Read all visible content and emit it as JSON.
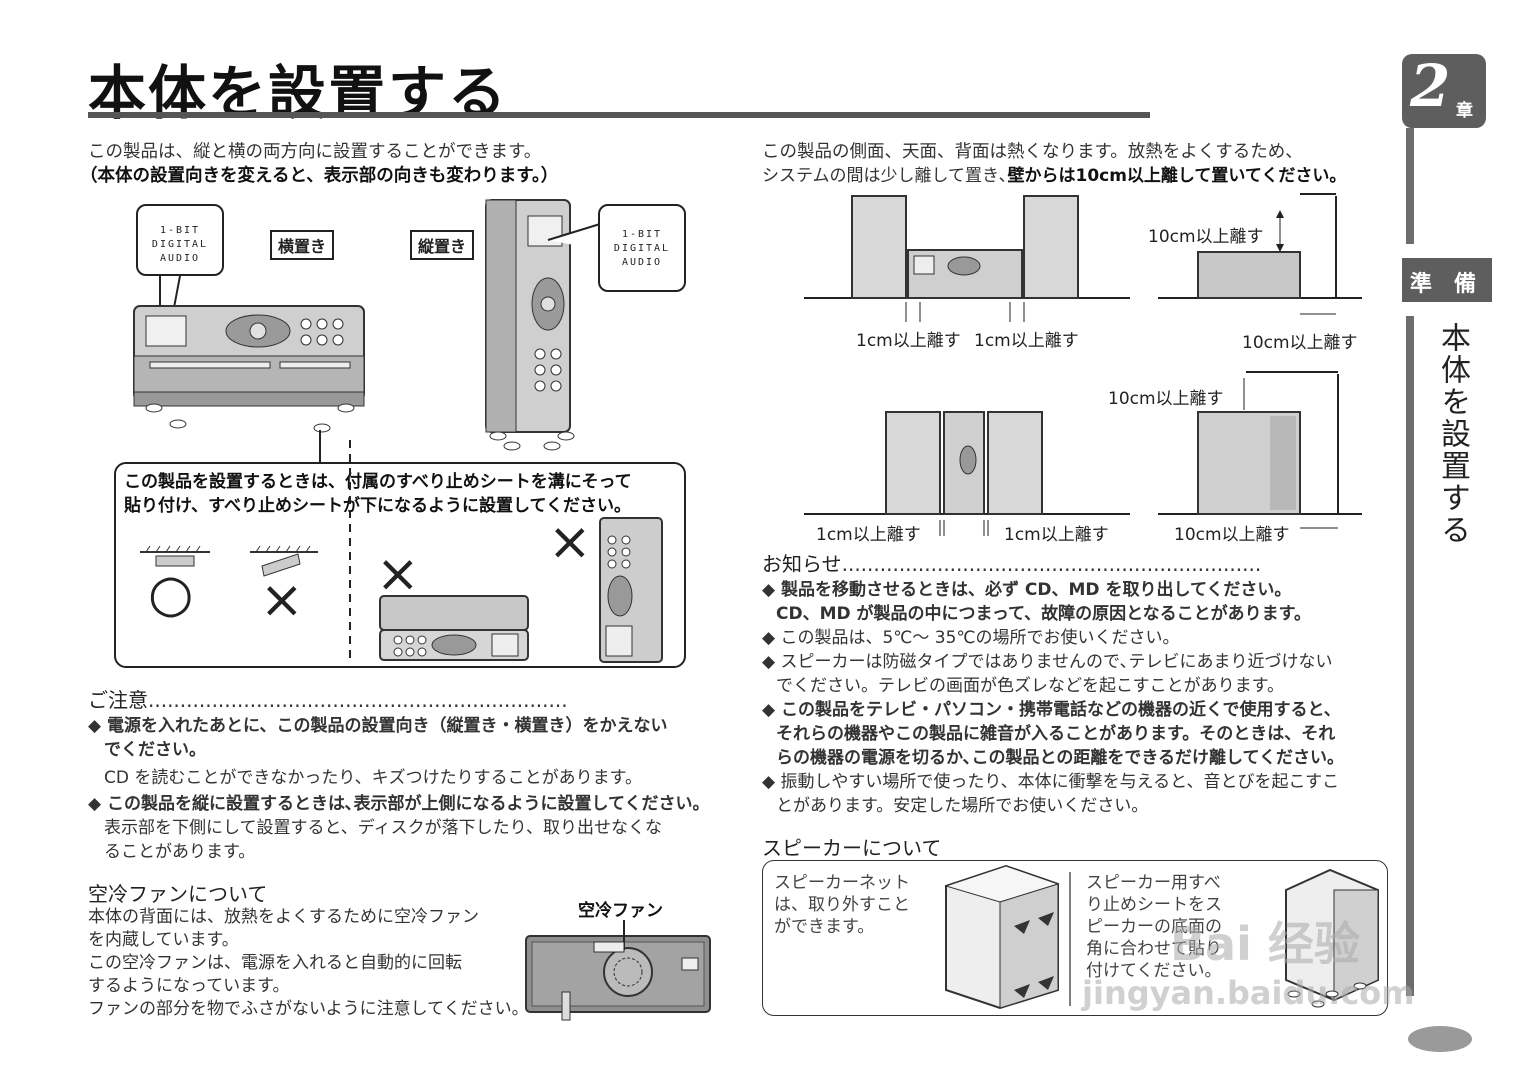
{
  "title": "本体を設置する",
  "chapter": {
    "number": "2",
    "suffix": "章",
    "section": "準　備",
    "vertical_title": "本体を設置する"
  },
  "left": {
    "intro1": "この製品は、縦と横の両方向に設置することができます。",
    "intro2": "（本体の設置向きを変えると、表示部の向きも変わります。）",
    "label_horizontal": "横置き",
    "label_vertical": "縦置き",
    "display_text": [
      "1-BIT",
      "DIGITAL",
      "AUDIO"
    ],
    "sheet_note_1": "この製品を設置するときは、付属のすべり止めシートを溝にそって",
    "sheet_note_2": "貼り付け、すべり止めシートが下になるように設置してください。",
    "ok_mark": "○",
    "ng_mark": "×",
    "caution_heading": "ご注意",
    "caution_dots": "..................................................................",
    "caution": [
      {
        "lines": [
          "電源を入れたあとに、この製品の設置向き（縦置き・横置き）をかえない",
          "でください。"
        ],
        "bold": true
      },
      {
        "lines": [
          "CD を読むことができなかったり、キズつけたりすることがあります。"
        ],
        "bold": false
      },
      {
        "lines": [
          "この製品を縦に設置するときは､表示部が上側になるように設置してください。"
        ],
        "bold": true
      },
      {
        "lines": [
          "表示部を下側にして設置すると、ディスクが落下したり、取り出せなくな",
          "ることがあります。"
        ],
        "bold": false
      }
    ],
    "fan_heading": "空冷ファンについて",
    "fan_label": "空冷ファン",
    "fan_text": [
      "本体の背面には、放熱をよくするために空冷ファン",
      "を内蔵しています。",
      "この空冷ファンは、電源を入れると自動的に回転",
      "するようになっています。",
      "ファンの部分を物でふさがないように注意してください。"
    ]
  },
  "right": {
    "intro1": "この製品の側面、天面、背面は熱くなります。放熱をよくするため、",
    "intro2_normal": "システムの間は少し離して置き､",
    "intro2_bold": "壁からは10cm以上離して置いてください。",
    "dim_1cm": "1cm以上離す",
    "dim_10cm": "10cm以上離す",
    "notice_heading": "お知らせ",
    "notice_dots": "..................................................................",
    "notices": [
      {
        "lines": [
          "製品を移動させるときは、必ず CD、MD を取り出してください。",
          "CD、MD が製品の中につまって、故障の原因となることがあります。"
        ],
        "bold": true
      },
      {
        "lines": [
          "この製品は、5℃～ 35℃の場所でお使いください。"
        ],
        "bold": false
      },
      {
        "lines": [
          "スピーカーは防磁タイプではありませんので､テレビにあまり近づけない",
          "でください。テレビの画面が色ズレなどを起こすことがあります。"
        ],
        "bold": false
      },
      {
        "lines": [
          "この製品をテレビ・パソコン・携帯電話などの機器の近くで使用すると、",
          "それらの機器やこの製品に雑音が入ることがあります。そのときは、それ",
          "らの機器の電源を切るか､この製品との距離をできるだけ離してください。"
        ],
        "bold": true
      },
      {
        "lines": [
          "振動しやすい場所で使ったり、本体に衝撃を与えると、音とびを起こすこ",
          "とがあります。安定した場所でお使いください。"
        ],
        "bold": false
      }
    ],
    "speaker_heading": "スピーカーについて",
    "speaker_net": [
      "スピーカーネット",
      "は、取り外すこと",
      "ができます。"
    ],
    "speaker_sheet": [
      "スピーカー用すべ",
      "り止めシートをス",
      "ピーカーの底面の",
      "角に合わせて貼り",
      "付けてください。"
    ]
  },
  "watermark": {
    "line1": "Bai 经验",
    "line2": "jingyan.baidu.com"
  }
}
